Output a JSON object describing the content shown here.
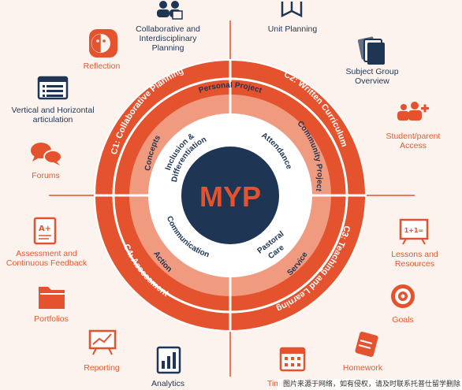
{
  "center": {
    "title": "MYP"
  },
  "inner_ring": [
    "Inclusion & Differentiation",
    "Attendance",
    "Pastoral Care",
    "Communication"
  ],
  "middle_ring": [
    "Personal Project",
    "Community Project",
    "Service",
    "Action",
    "Concepts"
  ],
  "outer_ring": [
    "C1: Collaborative Planning",
    "C2: Written Curriculum",
    "C3: Teaching and Learning",
    "C4: Assessment"
  ],
  "features": {
    "collab": "Collaborative and Interdisciplinary Planning",
    "unit": "Unit Planning",
    "subject": "Subject Group Overview",
    "student": "Student/parent Access",
    "lessons": "Lessons and Resources",
    "goals": "Goals",
    "homework": "Homework",
    "timetable": "Timetable and",
    "analytics": "Analytics",
    "reporting": "Reporting",
    "portfolios": "Portfolios",
    "assessment": "Assessment and Continuous Feedback",
    "forums": "Forums",
    "vertical": "Vertical and Horizontal articulation",
    "reflection": "Reflection"
  },
  "watermark": "图片来源于网络，如有侵权，请及时联系托普仕留学删除",
  "colors": {
    "orange": "#e4522e",
    "salmon": "#f09a80",
    "navy": "#1f3554",
    "background": "#fdf3ee"
  }
}
